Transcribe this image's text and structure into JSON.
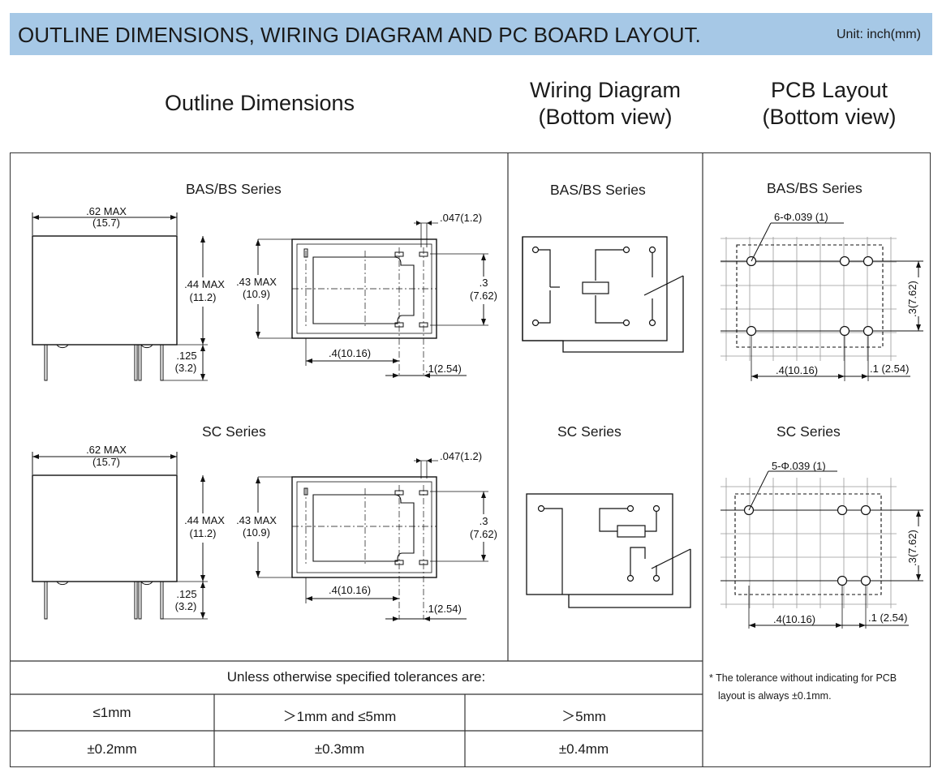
{
  "banner": {
    "title": "OUTLINE DIMENSIONS, WIRING DIAGRAM AND PC BOARD LAYOUT.",
    "unit": "Unit: inch(mm)",
    "color": "#a6c8e6"
  },
  "columns": {
    "outline": "Outline Dimensions",
    "wiring_line1": "Wiring Diagram",
    "wiring_line2": "(Bottom view)",
    "pcb_line1": "PCB Layout",
    "pcb_line2": "(Bottom view)"
  },
  "series": {
    "bas_bs": "BAS/BS Series",
    "sc": "SC Series"
  },
  "dims": {
    "width_max": ".62 MAX",
    "width_max_mm": "(15.7)",
    "height_max": ".44 MAX",
    "height_max_mm": "(11.2)",
    "pin_len": ".125",
    "pin_len_mm": "(3.2)",
    "depth_max": ".43 MAX",
    "depth_max_mm": "(10.9)",
    "pin_width": ".047(1.2)",
    "row_spacing": ".3",
    "row_spacing_mm": "(7.62)",
    "pitch_4": ".4(10.16)",
    "pitch_1": ".1(2.54)",
    "pcb_spacing": ".3(7.62)",
    "pcb_pitch_1": ".1 (2.54)"
  },
  "pcb": {
    "bas_bs_holes": "6-Φ.039 (1)",
    "sc_holes": "5-Φ.039 (1)"
  },
  "tolerance": {
    "heading": "Unless otherwise specified tolerances are:",
    "ranges": [
      "≤1mm",
      "＞1mm and ≤5mm",
      "＞5mm"
    ],
    "values": [
      "±0.2mm",
      "±0.3mm",
      "±0.4mm"
    ]
  },
  "note": {
    "line1": "* The tolerance without indicating for PCB",
    "line2": "layout is always ±0.1mm."
  }
}
